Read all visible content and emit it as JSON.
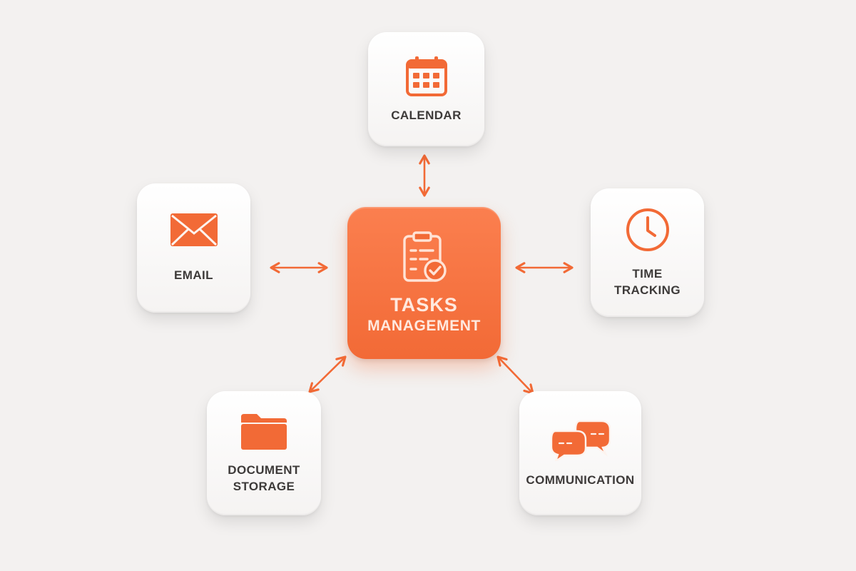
{
  "center": {
    "line1": "TASKS",
    "line2": "MANAGEMENT",
    "icon": "clipboard-check-icon"
  },
  "nodes": {
    "calendar": {
      "label": "CALENDAR",
      "icon": "calendar-icon"
    },
    "email": {
      "label": "EMAIL",
      "icon": "envelope-icon"
    },
    "time_tracking": {
      "line1": "TIME",
      "line2": "TRACKING",
      "icon": "clock-icon"
    },
    "document_storage": {
      "line1": "DOCUMENT",
      "line2": "STORAGE",
      "icon": "folder-icon"
    },
    "communication": {
      "label": "COMMUNICATION",
      "icon": "chat-bubbles-icon"
    }
  },
  "colors": {
    "accent": "#f26a36",
    "background": "#f3f1f0",
    "card": "#ffffff",
    "text": "#3d3a39"
  }
}
